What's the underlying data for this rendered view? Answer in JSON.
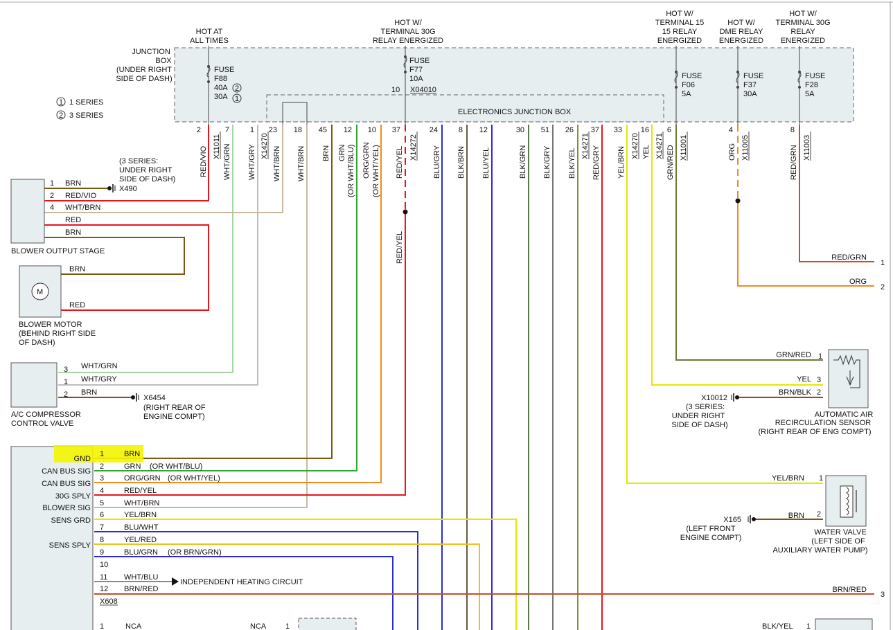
{
  "headers": {
    "hot_at_all_times": [
      "HOT AT",
      "ALL TIMES"
    ],
    "hot_30g_relay": [
      "HOT W/",
      "TERMINAL 30G",
      "RELAY ENERGIZED"
    ],
    "hot_15_relay": [
      "HOT W/",
      "TERMINAL 15",
      "15 RELAY",
      "ENERGIZED"
    ],
    "hot_dme_relay": [
      "HOT W/",
      "DME RELAY",
      "ENERGIZED"
    ],
    "hot_30g_relay_2": [
      "HOT W/",
      "TERMINAL 30G",
      "RELAY",
      "ENERGIZED"
    ]
  },
  "junction_box": {
    "label": [
      "JUNCTION",
      "BOX",
      "(UNDER RIGHT",
      "SIDE OF DASH)"
    ],
    "inner_label": "ELECTRONICS JUNCTION BOX",
    "connector_x04010": "X04010",
    "connector_x04010_pin": "10"
  },
  "series_legend": [
    {
      "num": "1",
      "text": "1 SERIES"
    },
    {
      "num": "2",
      "text": "3 SERIES"
    }
  ],
  "fuses": {
    "f88": {
      "word": "FUSE",
      "id": "F88",
      "rating_a": "40A",
      "rating_b": "30A",
      "series_a": "2",
      "series_b": "1"
    },
    "f77": {
      "word": "FUSE",
      "id": "F77",
      "rating": "10A"
    },
    "f06": {
      "word": "FUSE",
      "id": "F06",
      "rating": "5A"
    },
    "f37": {
      "word": "FUSE",
      "id": "F37",
      "rating": "30A"
    },
    "f28": {
      "word": "FUSE",
      "id": "F28",
      "rating": "5A"
    }
  },
  "jbox_pins": [
    "2",
    "7",
    "1",
    "23",
    "18",
    "45",
    "12",
    "10",
    "37",
    "24",
    "8",
    "12",
    "30",
    "51",
    "26",
    "37",
    "33",
    "16",
    "6",
    "4",
    "8"
  ],
  "vertical_labels": {
    "red_vio": "RED/VIO",
    "x11011": "X11011",
    "wht_grn": "WHT/GRN",
    "wht_gry": "WHT/GRY",
    "x14270a": "X14270",
    "wht_brn_a": "WHT/BRN",
    "wht_brn_b": "WHT/BRN",
    "brn": "BRN",
    "grn": "GRN",
    "or_wht_blu": "(OR WHT/BLU)",
    "org_grn": "ORG/GRN",
    "or_wht_yel": "(OR WHT/YEL)",
    "red_yel": "RED/YEL",
    "x14272": "X14272",
    "red_yel_2": "RED/YEL",
    "blu_gry": "BLU/GRY",
    "blk_brn": "BLK/BRN",
    "blu_yel": "BLU/YEL",
    "blk_grn": "BLK/GRN",
    "blk_gry": "BLK/GRY",
    "blk_yel": "BLK/YEL",
    "x14271a": "X14271",
    "red_gry": "RED/GRY",
    "yel_brn": "YEL/BRN",
    "x14270b": "X14270",
    "yel": "YEL",
    "x14271b": "X14271",
    "grn_red": "GRN/RED",
    "x11001": "X11001",
    "org": "ORG",
    "x11005": "X11005",
    "red_grn": "RED/GRN",
    "x11003": "X11003"
  },
  "blower_output_stage": {
    "name": "BLOWER OUTPUT STAGE",
    "pins": [
      {
        "num": "1",
        "wire": "BRN"
      },
      {
        "num": "2",
        "wire": "RED/VIO"
      },
      {
        "num": "4",
        "wire": "WHT/BRN"
      }
    ],
    "ground_label": "X490",
    "ground_note": [
      "(3 SERIES:",
      "UNDER RIGHT",
      "SIDE OF DASH)"
    ],
    "red_wire": "RED",
    "brn_wire": "BRN"
  },
  "blower_motor": {
    "name": [
      "BLOWER MOTOR",
      "(BEHIND RIGHT SIDE",
      "OF DASH)"
    ],
    "symbol": "M",
    "brn_wire": "BRN",
    "red_wire": "RED"
  },
  "ac_compressor": {
    "name": [
      "A/C COMPRESSOR",
      "CONTROL VALVE"
    ],
    "pins": [
      {
        "num": "3",
        "wire": "WHT/GRN"
      },
      {
        "num": "1",
        "wire": "WHT/GRY"
      },
      {
        "num": "2",
        "wire": "BRN"
      }
    ],
    "ground_label": "X6454",
    "ground_note": [
      "(RIGHT REAR OF",
      "ENGINE COMPT)"
    ]
  },
  "module": {
    "pins": [
      {
        "label": "GND",
        "num": "1",
        "wire": "BRN",
        "note": ""
      },
      {
        "label": "CAN BUS SIG",
        "num": "2",
        "wire": "GRN",
        "note": "(OR WHT/BLU)"
      },
      {
        "label": "CAN BUS SIG",
        "num": "3",
        "wire": "ORG/GRN",
        "note": "(OR WHT/YEL)"
      },
      {
        "label": "30G SPLY",
        "num": "4",
        "wire": "RED/YEL",
        "note": ""
      },
      {
        "label": "BLOWER SIG",
        "num": "5",
        "wire": "WHT/BRN",
        "note": ""
      },
      {
        "label": "SENS GRD",
        "num": "6",
        "wire": "YEL/BRN",
        "note": ""
      },
      {
        "label": "",
        "num": "7",
        "wire": "BLU/WHT",
        "note": ""
      },
      {
        "label": "SENS SPLY",
        "num": "8",
        "wire": "YEL/RED",
        "note": ""
      },
      {
        "label": "",
        "num": "9",
        "wire": "BLU/GRN",
        "note": "(OR BRN/GRN)"
      },
      {
        "label": "",
        "num": "10",
        "wire": "",
        "note": ""
      },
      {
        "label": "",
        "num": "11",
        "wire": "WHT/BLU",
        "note": ""
      },
      {
        "label": "",
        "num": "12",
        "wire": "BRN/RED",
        "note": ""
      }
    ],
    "connector": "X608",
    "independent_heating": "INDEPENDENT HEATING CIRCUIT",
    "bottom_pin": "1",
    "bottom_nca": "NCA"
  },
  "bottom_nca_2": "NCA",
  "bottom_pin_2": "1",
  "bottom_right_wire": "BLK/YEL",
  "bottom_right_pin": "1",
  "right_outputs": [
    {
      "wire": "RED/GRN",
      "num": "1"
    },
    {
      "wire": "ORG",
      "num": "2"
    },
    {
      "wire": "BRN/RED",
      "num": "3"
    }
  ],
  "air_recirc_sensor": {
    "name": [
      "AUTOMATIC AIR",
      "RECIRCULATION SENSOR",
      "(RIGHT REAR OF ENG COMPT)"
    ],
    "pins": [
      {
        "wire": "GRN/RED",
        "num": "1"
      },
      {
        "wire": "YEL",
        "num": "3"
      },
      {
        "wire": "BRN/BLK",
        "num": "2"
      }
    ],
    "ground_label": "X10012",
    "ground_note": [
      "(3 SERIES:",
      "UNDER RIGHT",
      "SIDE OF DASH)"
    ]
  },
  "water_valve": {
    "name": [
      "WATER VALVE",
      "(LEFT SIDE OF",
      "AUXILIARY WATER PUMP)"
    ],
    "pins": [
      {
        "wire": "YEL/BRN",
        "num": "1"
      },
      {
        "wire": "BRN",
        "num": "2"
      }
    ],
    "ground_label": "X165",
    "ground_note": [
      "(LEFT FRONT",
      "ENGINE COMPT)"
    ]
  },
  "colors": {
    "red": "#e8141e",
    "brn": "#7a5a12",
    "grn": "#2ea82e",
    "org": "#f08a1c",
    "blu": "#2b2bd6",
    "yel": "#e6e600",
    "gry": "#a8a8a8",
    "wht_grn": "#a6d6a0",
    "wht_brn": "#c8b89e",
    "blk": "#555555",
    "highlight": "#f4f400",
    "jbox_fill": "#e6eef0"
  }
}
